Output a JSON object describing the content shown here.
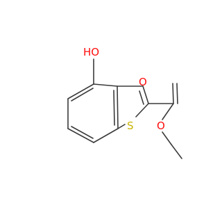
{
  "molecule": {
    "atoms": {
      "hydroxyl": "HO",
      "thiophene_sulfur": "S",
      "carbonyl_oxygen": "O",
      "ester_oxygen": "O"
    },
    "colors": {
      "oxygen": "#ff0d0d",
      "sulfur": "#c8b400",
      "bond": "#3a3a3a",
      "background": "#ffffff"
    }
  }
}
